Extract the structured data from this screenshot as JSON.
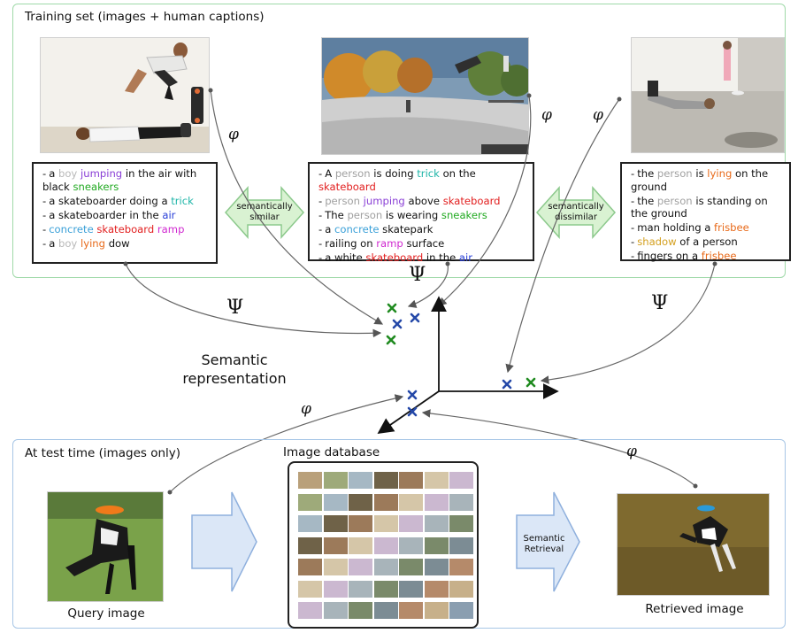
{
  "training": {
    "title": "Training set (images + human captions)"
  },
  "captions": {
    "left": [
      [
        {
          "t": "a "
        },
        {
          "t": "boy",
          "c": "#b8b8b8"
        },
        {
          "t": " "
        },
        {
          "t": "jumping",
          "c": "#8a3fd6"
        },
        {
          "t": " in the air with black "
        },
        {
          "t": "sneakers",
          "c": "#22aa22"
        }
      ],
      [
        {
          "t": "a skateboarder doing a "
        },
        {
          "t": "trick",
          "c": "#1fb5a8"
        }
      ],
      [
        {
          "t": "a skateboarder in the "
        },
        {
          "t": "air",
          "c": "#2a40d8"
        }
      ],
      [
        {
          "t": "concrete",
          "c": "#3aa0d8"
        },
        {
          "t": " "
        },
        {
          "t": "skateboard",
          "c": "#e22020"
        },
        {
          "t": " "
        },
        {
          "t": "ramp",
          "c": "#d02ad0"
        }
      ],
      [
        {
          "t": "a "
        },
        {
          "t": "boy",
          "c": "#b8b8b8"
        },
        {
          "t": " "
        },
        {
          "t": "lying",
          "c": "#e86a1a"
        },
        {
          "t": " dow"
        }
      ]
    ],
    "middle": [
      [
        {
          "t": "A "
        },
        {
          "t": "person",
          "c": "#a0a0a0"
        },
        {
          "t": " is doing "
        },
        {
          "t": "trick",
          "c": "#1fb5a8"
        },
        {
          "t": " on the "
        },
        {
          "t": "skateboard",
          "c": "#e22020"
        }
      ],
      [
        {
          "t": "person",
          "c": "#a0a0a0"
        },
        {
          "t": " "
        },
        {
          "t": "jumping",
          "c": "#8a3fd6"
        },
        {
          "t": " above "
        },
        {
          "t": "skateboard",
          "c": "#e22020"
        }
      ],
      [
        {
          "t": "The "
        },
        {
          "t": "person",
          "c": "#a0a0a0"
        },
        {
          "t": " is wearing "
        },
        {
          "t": "sneakers",
          "c": "#22aa22"
        }
      ],
      [
        {
          "t": "a "
        },
        {
          "t": "concrete",
          "c": "#3aa0d8"
        },
        {
          "t": " skatepark"
        }
      ],
      [
        {
          "t": "railing on "
        },
        {
          "t": "ramp",
          "c": "#d02ad0"
        },
        {
          "t": " surface"
        }
      ],
      [
        {
          "t": "a white "
        },
        {
          "t": "skateboard",
          "c": "#e22020"
        },
        {
          "t": " in the "
        },
        {
          "t": "air",
          "c": "#2a40d8"
        }
      ]
    ],
    "right": [
      [
        {
          "t": "the "
        },
        {
          "t": "person",
          "c": "#a0a0a0"
        },
        {
          "t": " is "
        },
        {
          "t": "lying",
          "c": "#e86a1a"
        },
        {
          "t": " on the ground"
        }
      ],
      [
        {
          "t": "the "
        },
        {
          "t": "person",
          "c": "#a0a0a0"
        },
        {
          "t": " is standing on the ground"
        }
      ],
      [
        {
          "t": "man holding a "
        },
        {
          "t": "frisbee",
          "c": "#e86a1a"
        }
      ],
      [
        {
          "t": "shadow",
          "c": "#d4a020"
        },
        {
          "t": " of a person"
        }
      ],
      [
        {
          "t": "fingers on a "
        },
        {
          "t": "frisbee",
          "c": "#e86a1a"
        }
      ]
    ]
  },
  "arrows_between": {
    "similar": [
      "semantically",
      "similar"
    ],
    "dissimilar": [
      "semantically",
      "dissimilar"
    ]
  },
  "symbols": {
    "phi": "φ",
    "psi": "Ψ"
  },
  "semantic": {
    "line1": "Semantic",
    "line2": "representation"
  },
  "test": {
    "title": "At test time (images only)",
    "query_label": "Query image",
    "db_label": "Image database",
    "retrieval_line1": "Semantic",
    "retrieval_line2": "Retrieval",
    "retrieved_label": "Retrieved image"
  },
  "colors": {
    "train_border": "#9fd9a8",
    "test_border": "#a7c6e6",
    "green_arrow_fill": "#d9f2d2",
    "green_arrow_stroke": "#8cc98c",
    "blue_arrow_fill": "#dbe7f7",
    "blue_arrow_stroke": "#8fb0dd",
    "cross_green": "#1f8a1f",
    "cross_blue": "#2448a8"
  }
}
